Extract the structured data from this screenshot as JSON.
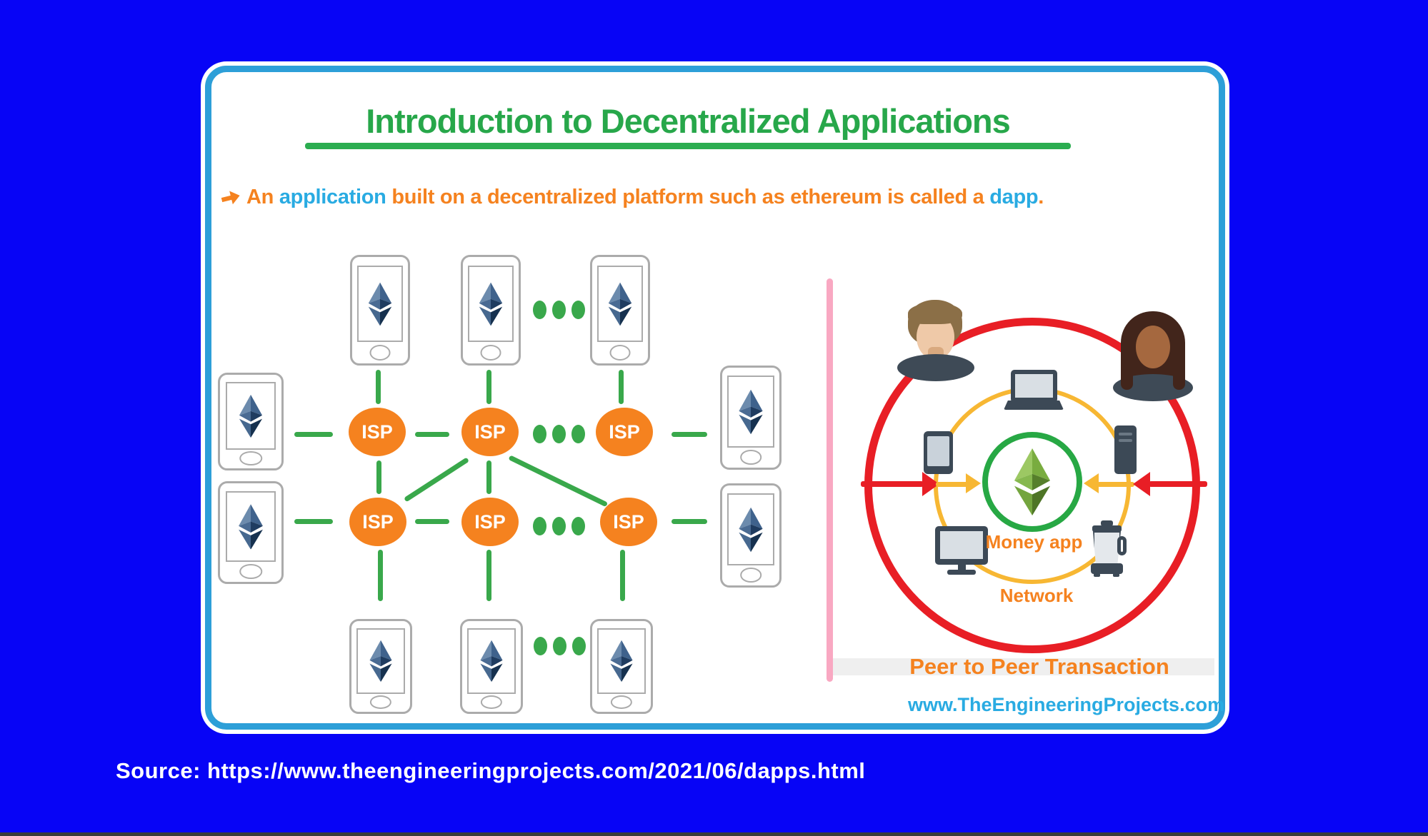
{
  "colors": {
    "background": "#0704F6",
    "card_border_cyan": "#2D9FD8",
    "title_green": "#27A74A",
    "orange": "#F5821F",
    "link_blue": "#29ABE2",
    "line_green": "#39A84B",
    "red": "#E81E25",
    "yellow": "#F7B733",
    "pink_divider": "#F9A8C2",
    "device_slate": "#3C4956"
  },
  "header": {
    "title": "Introduction to Decentralized Applications"
  },
  "subtitle": {
    "segments": [
      {
        "text": "An ",
        "color": "orange"
      },
      {
        "text": "application",
        "color": "blue"
      },
      {
        "text": " built on a decentralized platform such as ethereum is called a ",
        "color": "orange"
      },
      {
        "text": "dapp",
        "color": "blue"
      },
      {
        "text": ".",
        "color": "orange"
      }
    ]
  },
  "left_diagram": {
    "isp_label": "ISP",
    "node_count": {
      "phones": 10,
      "isp_nodes": 6
    },
    "icon": "ethereum-logo-navy"
  },
  "right_diagram": {
    "money_app_label": "Money app",
    "network_label": "Network",
    "caption": "Peer to Peer Transaction",
    "website": "www.TheEngineeringProjects.com",
    "center_icon": "ethereum-logo-green"
  },
  "footer": {
    "source_line": "Source: https://www.theengineeringprojects.com/2021/06/dapps.html"
  },
  "eth_logo": {
    "navy": [
      "#6C8BAD",
      "#3F628C",
      "#4A6B93",
      "#1F3C60",
      "#46688F",
      "#16314F"
    ],
    "green": [
      "#9CC863",
      "#79AC3F",
      "#86B84F",
      "#567F2B",
      "#74A53E",
      "#4E7526"
    ]
  }
}
